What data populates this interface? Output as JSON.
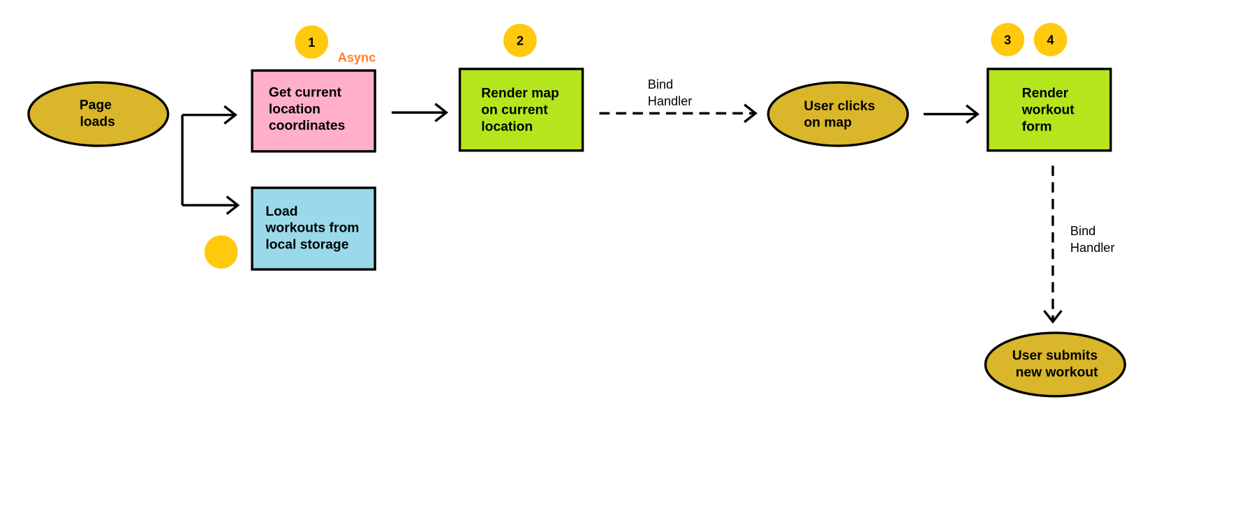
{
  "colors": {
    "oval_fill": "#d9b62a",
    "pink_fill": "#ffafcb",
    "green_fill": "#b5e61d",
    "blue_fill": "#99d9ea",
    "badge_fill": "#ffc90e",
    "async_color": "#ff7f27",
    "stroke": "#000000"
  },
  "nodes": {
    "page_loads": [
      "Page",
      "loads"
    ],
    "get_location": [
      "Get current",
      "location",
      "coordinates"
    ],
    "load_workouts": [
      "Load",
      "workouts from",
      "local storage"
    ],
    "render_map": [
      "Render map",
      "on current",
      "location"
    ],
    "user_clicks": [
      "User clicks",
      "on map"
    ],
    "render_form": [
      "Render",
      "workout",
      "form"
    ],
    "user_submits": [
      "User submits",
      "new workout"
    ]
  },
  "badges": {
    "b1": "1",
    "b2": "2",
    "b3": "3",
    "b4": "4",
    "empty": ""
  },
  "labels": {
    "async": "Async",
    "bind_handler_1": [
      "Bind",
      "Handler"
    ],
    "bind_handler_2": [
      "Bind",
      "Handler"
    ]
  }
}
